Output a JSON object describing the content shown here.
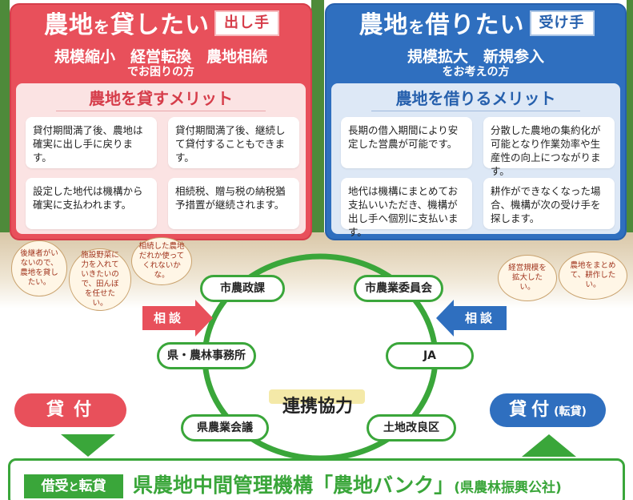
{
  "lender": {
    "title_a": "農地",
    "title_b": "を",
    "title_c": "貸したい",
    "role": "出し手",
    "subtitle": "規模縮小　経営転換　農地相続",
    "subtitle2": "でお困りの方",
    "merit_title": "農地を貸すメリット",
    "merits": [
      "貸付期間満了後、農地は確実に出し手に戻ります。",
      "貸付期間満了後、継続して貸付することもできます。",
      "設定した地代は機構から確実に支払われます。",
      "相続税、贈与税の納税猶予措置が継続されます。"
    ],
    "bubbles": [
      "後継者がいないので、農地を貸したい。",
      "施設野菜に力を入れていきたいので、田んぼを任せたい。",
      "相続した農地だれか使ってくれないかな。"
    ],
    "consult": "相談",
    "lend": "貸付"
  },
  "borrower": {
    "title_a": "農地",
    "title_b": "を",
    "title_c": "借りたい",
    "role": "受け手",
    "subtitle": "規模拡大　新規参入",
    "subtitle2": "をお考えの方",
    "merit_title": "農地を借りるメリット",
    "merits": [
      "長期の借入期間により安定した営農が可能です。",
      "分散した農地の集約化が可能となり作業効率や生産性の向上につながります。",
      "地代は機構にまとめてお支払いいただき、機構が出し手へ個別に支払います。",
      "耕作ができなくなった場合、機構が次の受け手を探します。"
    ],
    "bubbles": [
      "経営規模を拡大したい。",
      "農地をまとめて、耕作したい。"
    ],
    "consult": "相談",
    "lend": "貸付",
    "lend_sub": "(転貸)"
  },
  "network": {
    "center": "連携協力",
    "orgs": [
      "市農政課",
      "市農業委員会",
      "県・農林事務所",
      "JA",
      "県農業会議",
      "土地改良区"
    ]
  },
  "bank": {
    "tag_a": "借受",
    "tag_b": "と",
    "tag_c": "転貸",
    "name": "県農地中間管理機構「農地バンク」",
    "org": "(県農林振興公社)"
  },
  "colors": {
    "lender": "#e8505b",
    "borrower": "#2f6fbf",
    "network": "#3aa63a"
  }
}
